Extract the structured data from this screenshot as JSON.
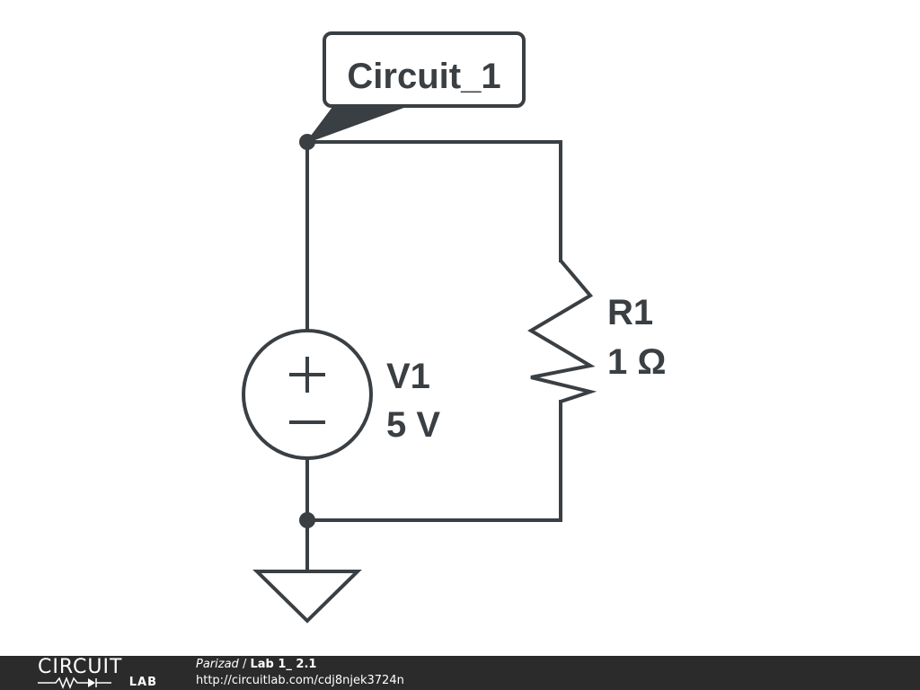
{
  "colors": {
    "ink": "#3a3f43",
    "background": "#ffffff",
    "footer_bg": "#2b2b2b",
    "footer_text": "#ffffff"
  },
  "net_label": "Circuit_1",
  "source": {
    "name": "V1",
    "value": "5 V",
    "plus_symbol": "+",
    "minus_symbol": "−"
  },
  "resistor": {
    "name": "R1",
    "value": "1 Ω"
  },
  "footer": {
    "logo_top": "CIRCUIT",
    "logo_bottom": "LAB",
    "author": "Parizad",
    "separator": " / ",
    "project": "Lab 1_ 2.1",
    "url": "http://circuitlab.com/cdj8njek3724n"
  }
}
